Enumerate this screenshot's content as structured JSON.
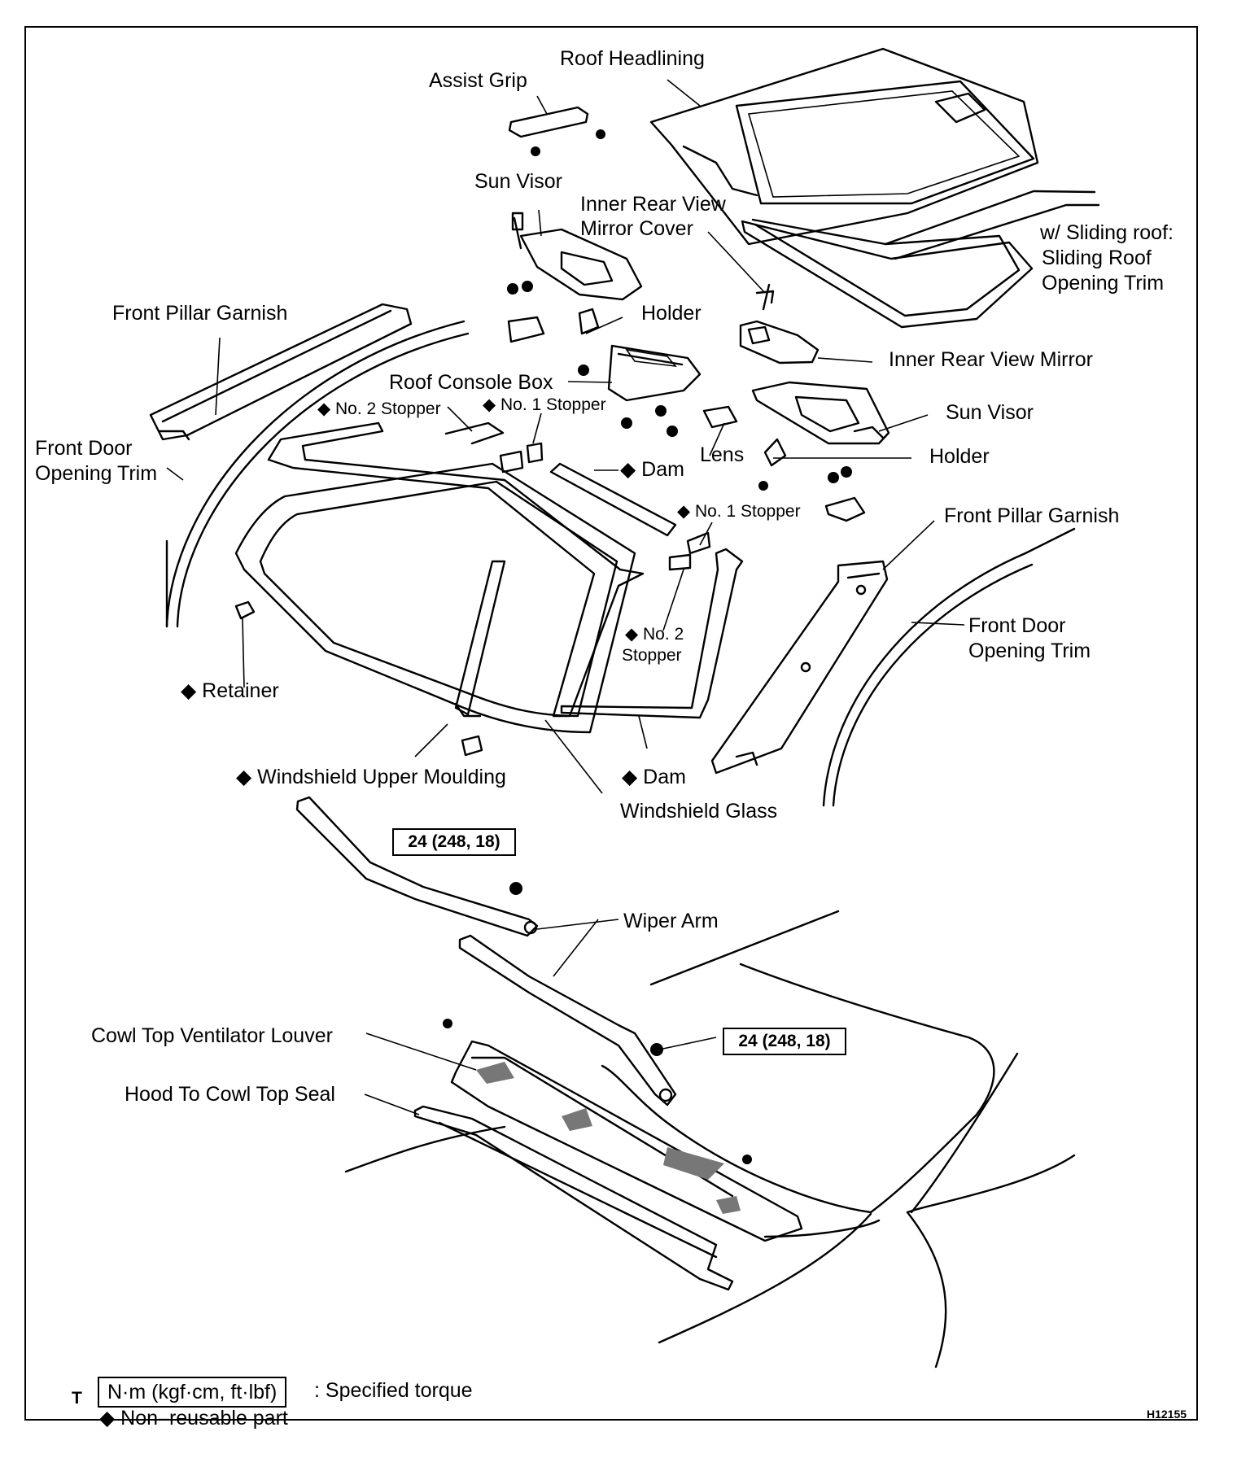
{
  "labels": {
    "roof_headlining": "Roof Headlining",
    "assist_grip": "Assist Grip",
    "sun_visor_left": "Sun Visor",
    "inner_mirror_cover_1": "Inner Rear View",
    "inner_mirror_cover_2": "Mirror Cover",
    "sliding_roof_1": "w/ Sliding roof:",
    "sliding_roof_2": "Sliding Roof",
    "sliding_roof_3": "Opening Trim",
    "front_pillar_garnish_left": "Front Pillar Garnish",
    "holder_left": "Holder",
    "inner_rear_view_mirror": "Inner Rear View Mirror",
    "roof_console_box": "Roof Console Box",
    "no2_stopper_upper": "◆ No. 2 Stopper",
    "no1_stopper_upper": "◆ No. 1 Stopper",
    "sun_visor_right": "Sun Visor",
    "front_door_trim_left_1": "Front Door",
    "front_door_trim_left_2": "Opening Trim",
    "lens": "Lens",
    "holder_right": "Holder",
    "dam_upper": "◆ Dam",
    "no1_stopper_lower": "◆ No. 1 Stopper",
    "front_pillar_garnish_right": "Front Pillar Garnish",
    "front_door_trim_right_1": "Front Door",
    "front_door_trim_right_2": "Opening Trim",
    "no2_stopper_lower_1": "◆ No. 2",
    "no2_stopper_lower_2": "Stopper",
    "retainer": "◆ Retainer",
    "windshield_upper_moulding": "◆ Windshield Upper Moulding",
    "dam_lower": "◆ Dam",
    "windshield_glass": "Windshield Glass",
    "wiper_arm": "Wiper Arm",
    "cowl_top_louver": "Cowl Top Ventilator Louver",
    "hood_to_cowl_seal": "Hood To Cowl Top Seal"
  },
  "torque": {
    "upper": "24 (248, 18)",
    "lower": "24 (248, 18)"
  },
  "legend": {
    "torque_symbol": "T",
    "torque_units": "N·m (kgf·cm, ft·lbf)",
    "torque_desc": ": Specified torque",
    "nonreusable": "◆ Non–reusable part"
  },
  "figure_code": "H12155"
}
